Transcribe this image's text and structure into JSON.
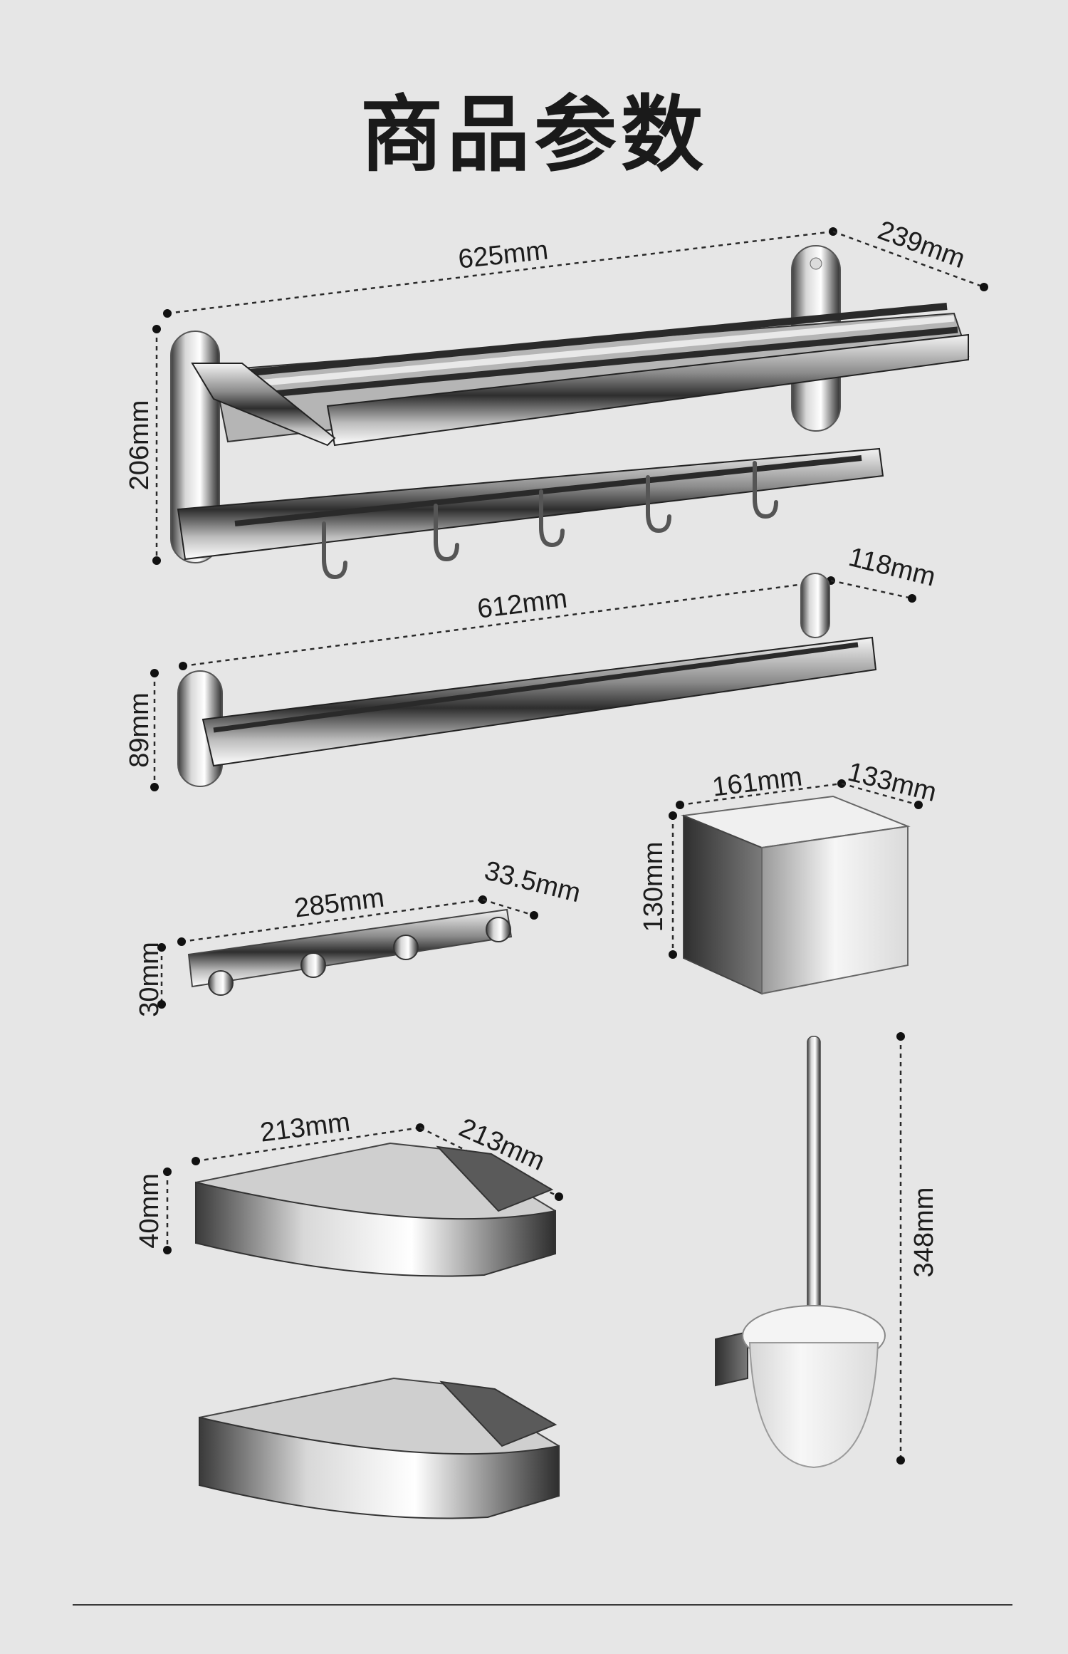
{
  "page": {
    "title": "商品参数"
  },
  "colors": {
    "background": "#e6e6e6",
    "chrome_dark": "#3a3a3a",
    "chrome_light": "#f2f2f2",
    "frosted_glass": "#eeeeee"
  },
  "products": [
    {
      "name": "towel-rack-double",
      "dims": {
        "width": "625mm",
        "depth": "239mm",
        "height": "206mm"
      }
    },
    {
      "name": "towel-bar",
      "dims": {
        "width": "612mm",
        "depth": "118mm",
        "height": "89mm"
      }
    },
    {
      "name": "tissue-box",
      "dims": {
        "width": "161mm",
        "depth": "133mm",
        "height": "130mm"
      }
    },
    {
      "name": "hook-rail",
      "dims": {
        "width": "285mm",
        "depth": "33.5mm",
        "height": "30mm"
      }
    },
    {
      "name": "corner-shelf",
      "dims": {
        "width": "213mm",
        "depth": "213mm",
        "height": "40mm"
      }
    },
    {
      "name": "toilet-brush",
      "dims": {
        "height": "348mm"
      }
    }
  ]
}
